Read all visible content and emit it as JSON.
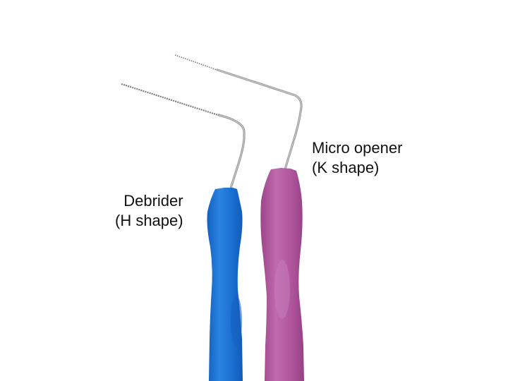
{
  "image": {
    "background": "#ffffff",
    "instruments": [
      {
        "name": "Debrider",
        "shape": "(H shape)",
        "handle_color": "#1a6fd0",
        "handle_highlight": "#3a8fe8",
        "wire_color": "#8a8a8a"
      },
      {
        "name": "Micro opener",
        "shape": "(K shape)",
        "handle_color": "#b0559e",
        "handle_highlight": "#c877b8",
        "wire_color": "#8a8a8a"
      }
    ]
  },
  "labels": {
    "debrider": {
      "line1": "Debrider",
      "line2": "(H shape)"
    },
    "micro_opener": {
      "line1": "Micro opener",
      "line2": "(K shape)"
    }
  }
}
